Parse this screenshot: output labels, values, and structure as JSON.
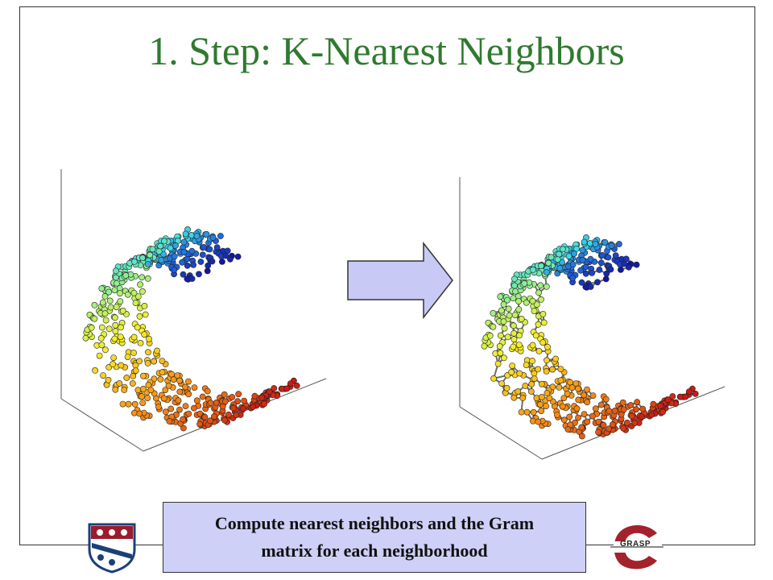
{
  "slide": {
    "title": "1. Step: K-Nearest Neighbors",
    "caption_line1": "Compute nearest neighbors and the Gram",
    "caption_line2": "matrix for each neighborhood",
    "logo_right_text": "GRASP"
  },
  "colors": {
    "title": "#2f7a2f",
    "caption_bg": "#cfd0f7",
    "arrow_fill": "#c8c9f5",
    "edges": "#6e6e6e"
  },
  "icons": {
    "left_logo": "penn-shield-icon",
    "right_logo": "grasp-logo-icon",
    "arrow": "right-arrow-icon"
  }
}
